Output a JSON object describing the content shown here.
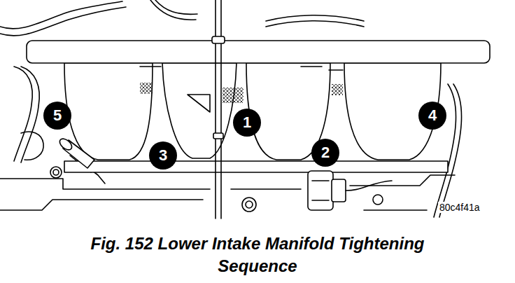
{
  "diagram": {
    "caption": "Fig. 152 Lower Intake Manifold Tightening Sequence",
    "nodes": [
      {
        "text": [
          "5"
        ]
      },
      {
        "text": [
          "1"
        ]
      },
      {
        "text": [
          "4"
        ]
      },
      {
        "text": [
          "3"
        ]
      },
      {
        "text": [
          "2"
        ]
      }
    ],
    "labels": [
      "80c4f41a"
    ]
  }
}
